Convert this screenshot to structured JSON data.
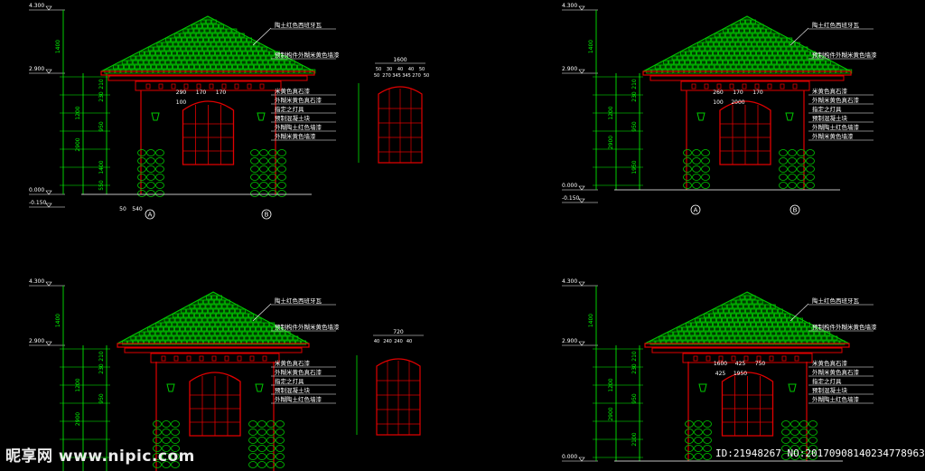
{
  "colors": {
    "background": "#000000",
    "dimension": "#00ff00",
    "roof": "#00c800",
    "eave": "#e00000",
    "label": "#ffffff",
    "level": "#ffffff"
  },
  "panels": [
    {
      "levels": [
        "4.300",
        "2.900",
        "0.000",
        "-0.150"
      ],
      "dims_vertical": [
        "1400",
        "2900",
        "210",
        "230",
        "950",
        "1200",
        "1400",
        "550"
      ],
      "dims_horizontal": [
        "50",
        "540"
      ],
      "inner_dims": [
        "290",
        "170",
        "170",
        "100"
      ],
      "axes": [
        "A",
        "B"
      ],
      "callouts": [
        "陶土红色西班牙瓦",
        "预制构件外糊米黄色墙漆",
        "米黄色真石漆",
        "外糊米黄色真石漆",
        "指定之灯具",
        "预制混凝土块",
        "外糊陶土红色墙漆",
        "外糊米黄色墙漆"
      ],
      "detail": {
        "top": "1600",
        "row2": [
          "50",
          "30",
          "40",
          "40",
          "50"
        ],
        "row3": [
          "50",
          "270",
          "345",
          "345",
          "270",
          "50"
        ]
      }
    },
    {
      "levels": [
        "4.300",
        "2.900",
        "0.000",
        "-0.150"
      ],
      "dims_vertical": [
        "1400",
        "2900",
        "210",
        "230",
        "950",
        "1200",
        "1950"
      ],
      "inner_dims": [
        "260",
        "170",
        "170",
        "100",
        "2000"
      ],
      "axes": [
        "A",
        "B"
      ],
      "callouts": [
        "陶土红色西班牙瓦",
        "预制构件外糊米黄色墙漆",
        "米黄色真石漆",
        "外糊米黄色真石漆",
        "指定之灯具",
        "预制混凝土块",
        "外糊陶土红色墙漆",
        "外糊米黄色墙漆"
      ]
    },
    {
      "levels": [
        "4.300",
        "2.900"
      ],
      "dims_vertical": [
        "1400",
        "2900",
        "210",
        "230",
        "950",
        "1200"
      ],
      "inner_dims": [],
      "axes": [],
      "callouts": [
        "陶土红色西班牙瓦",
        "预制构件外糊米黄色墙漆",
        "米黄色真石漆",
        "外糊米黄色真石漆",
        "指定之灯具",
        "预制混凝土块",
        "外糊陶土红色墙漆"
      ],
      "detail": {
        "top": "720",
        "row2": [
          "40",
          "240",
          "240",
          "40"
        ]
      }
    },
    {
      "levels": [
        "4.300",
        "2.900",
        "0.000"
      ],
      "dims_vertical": [
        "1400",
        "2900",
        "210",
        "230",
        "950",
        "1200",
        "2100"
      ],
      "inner_dims": [
        "1600",
        "425",
        "750",
        "425",
        "1950"
      ],
      "axes": [],
      "callouts": [
        "陶土红色西班牙瓦",
        "预制构件外糊米黄色墙漆",
        "米黄色真石漆",
        "外糊米黄色真石漆",
        "指定之灯具",
        "预制混凝土块",
        "外糊陶土红色墙漆"
      ]
    }
  ],
  "watermark": {
    "logo": "昵享网 www.nipic.com",
    "id_text": "ID:21948267 NO:20170908140234778963"
  }
}
